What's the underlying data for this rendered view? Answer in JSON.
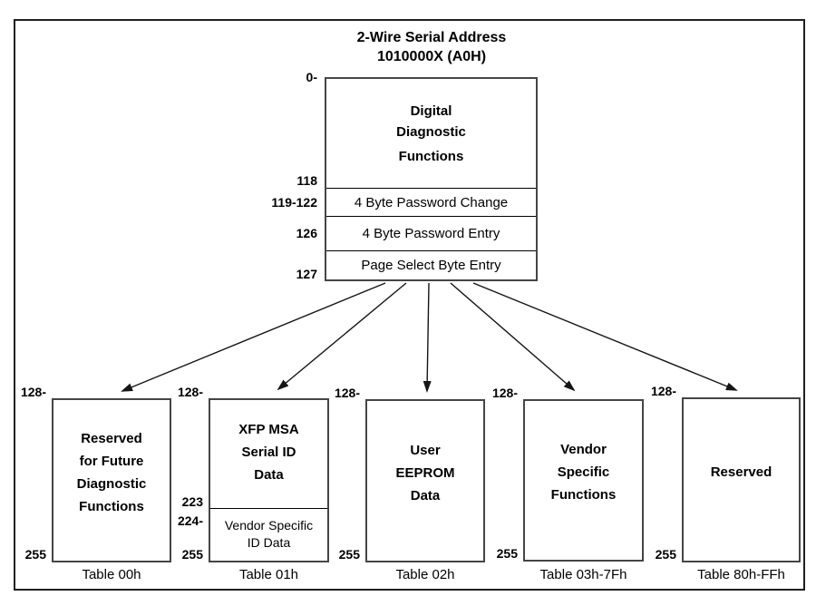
{
  "diagram": {
    "title_line1": "2-Wire Serial Address",
    "title_line2": "1010000X (A0H)",
    "top_box": {
      "addr_top": "0-",
      "addr_row1_end": "118",
      "addr_row2": "119-122",
      "addr_row3": "126",
      "addr_row4": "127",
      "section1_lines": [
        "Digital",
        "Diagnostic",
        "Functions"
      ],
      "row2_label": "4 Byte Password Change",
      "row3_label": "4 Byte Password Entry",
      "row4_label": "Page Select Byte Entry"
    },
    "pages": [
      {
        "addr_start": "128-",
        "addr_end": "255",
        "lines": [
          "Reserved",
          "for Future",
          "Diagnostic",
          "Functions"
        ],
        "caption": "Table 00h"
      },
      {
        "addr_start": "128-",
        "addr_end": "255",
        "lines": [
          "XFP MSA",
          "Serial ID",
          "Data"
        ],
        "sub_addr_end": "223",
        "sub_addr_start": "224-",
        "sub_lines": [
          "Vendor Specific",
          "ID Data"
        ],
        "caption": "Table 01h"
      },
      {
        "addr_start": "128-",
        "addr_end": "255",
        "lines": [
          "User",
          "EEPROM",
          "Data"
        ],
        "caption": "Table 02h"
      },
      {
        "addr_start": "128-",
        "addr_end": "255",
        "lines": [
          "Vendor",
          "Specific",
          "Functions"
        ],
        "caption": "Table 03h-7Fh"
      },
      {
        "addr_start": "128-",
        "addr_end": "255",
        "lines": [
          "Reserved"
        ],
        "caption": "Table 80h-FFh"
      }
    ],
    "colors": {
      "text": "#000000",
      "frame_border": "#1f1f1f",
      "box_border": "#454545",
      "background": "#ffffff"
    }
  }
}
